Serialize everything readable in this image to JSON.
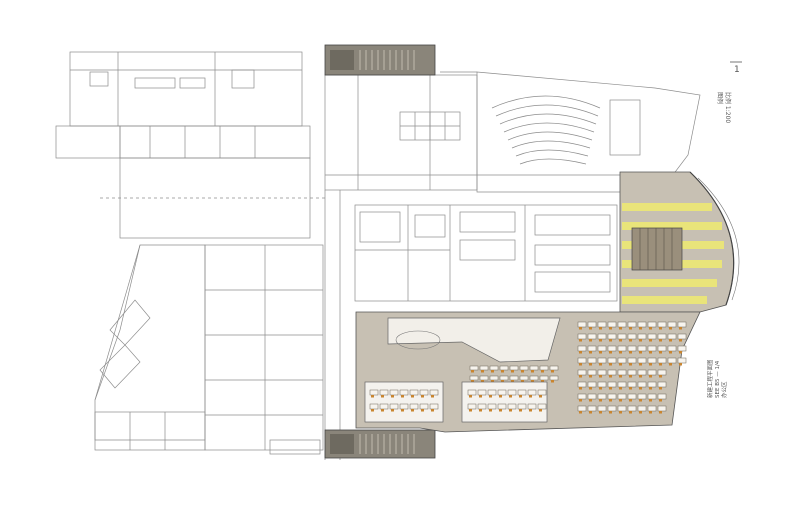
{
  "colors": {
    "line": "#8c8c8c",
    "line_dark": "#555555",
    "floor_finish": "#c7c0b3",
    "floor_finish_dark": "#b2aa9a",
    "accent_yellow": "#e9e47a",
    "furniture_orange": "#c9852f",
    "stair_dark": "#6e6a60",
    "background": "#ffffff"
  },
  "labels": {
    "north_mark": "1",
    "right_notes": [
      "比例 1:200",
      "图例"
    ],
    "bottom_notes": [
      "新建工程平面图",
      "SEE B5 — 1/4",
      "办公区"
    ]
  },
  "icons": [
    "north-arrow-icon"
  ]
}
